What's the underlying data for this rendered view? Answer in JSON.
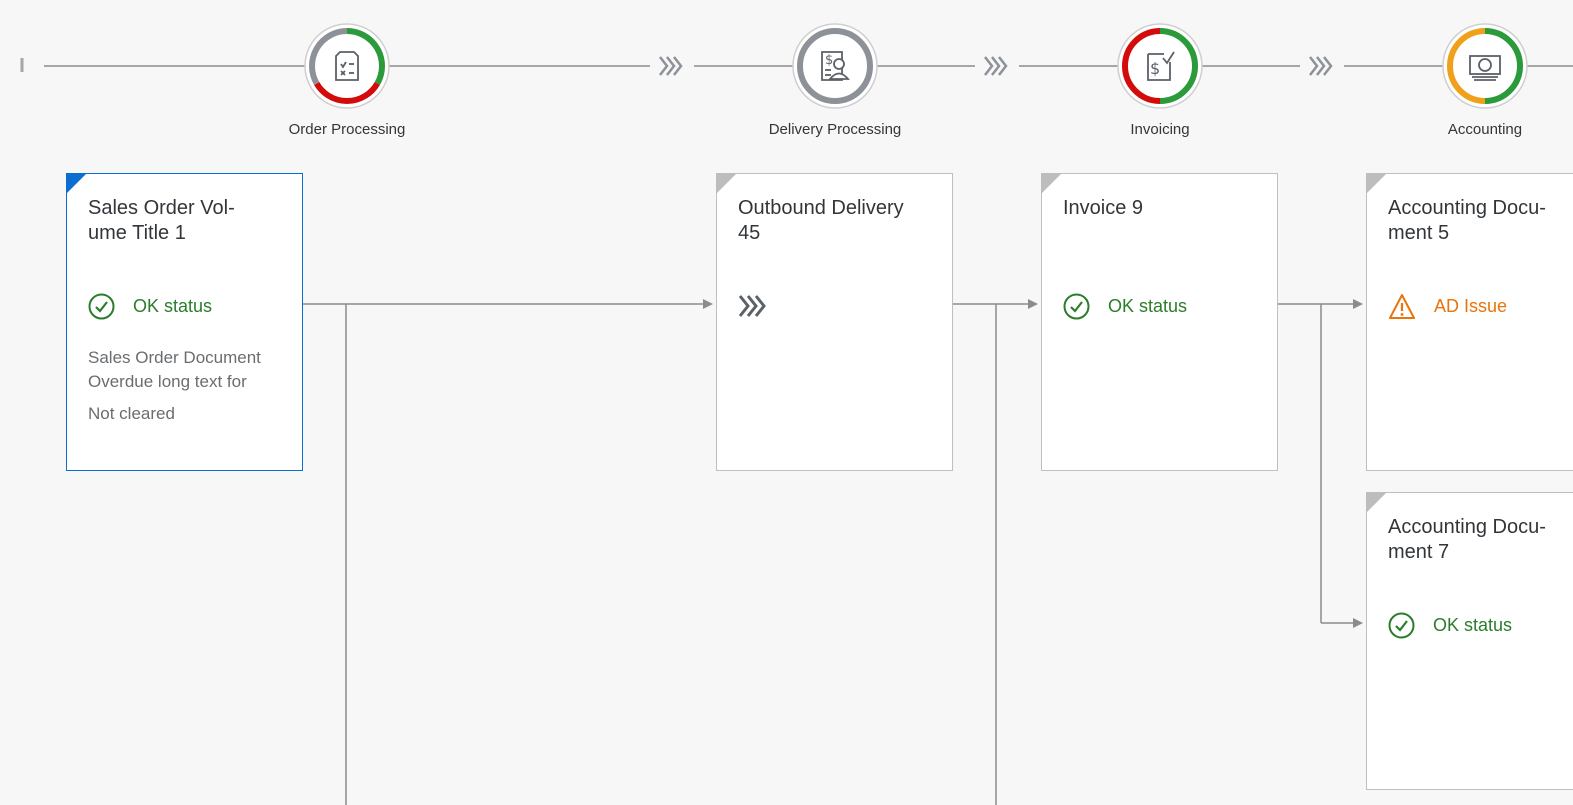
{
  "lanes": [
    {
      "label": "Order Processing",
      "icon": "document-checklist-icon"
    },
    {
      "label": "Delivery Processing",
      "icon": "contact-money-icon"
    },
    {
      "label": "Invoicing",
      "icon": "invoice-check-icon"
    },
    {
      "label": "Accounting",
      "icon": "money-bills-icon"
    }
  ],
  "nodes": {
    "sales_order": {
      "title": "Sales Order Vol-ume Title 1",
      "title_line1": "Sales Order Vol-",
      "title_line2": "ume Title 1",
      "status": "OK status",
      "text1": "Sales Order Document Overdue long text for",
      "text2": "Not cleared"
    },
    "outbound_delivery": {
      "title_line1": "Outbound Delivery",
      "title_line2": "45",
      "status_icon": "in-progress-chevron-icon"
    },
    "invoice": {
      "title_line1": "Invoice 9",
      "status": "OK status"
    },
    "accounting_5": {
      "title_line1": "Accounting Docu-",
      "title_line2": "ment 5",
      "status": "AD Issue"
    },
    "accounting_7": {
      "title_line1": "Accounting Docu-",
      "title_line2": "ment 7",
      "status": "OK status"
    }
  },
  "colors": {
    "positive": "#2b7d2b",
    "ring_green": "#2b9a3a",
    "negative": "#d40b0b",
    "critical": "#f0a01a",
    "neutral": "#8c9298",
    "selected": "#0a6ed1",
    "connector": "#8c8c8c"
  }
}
